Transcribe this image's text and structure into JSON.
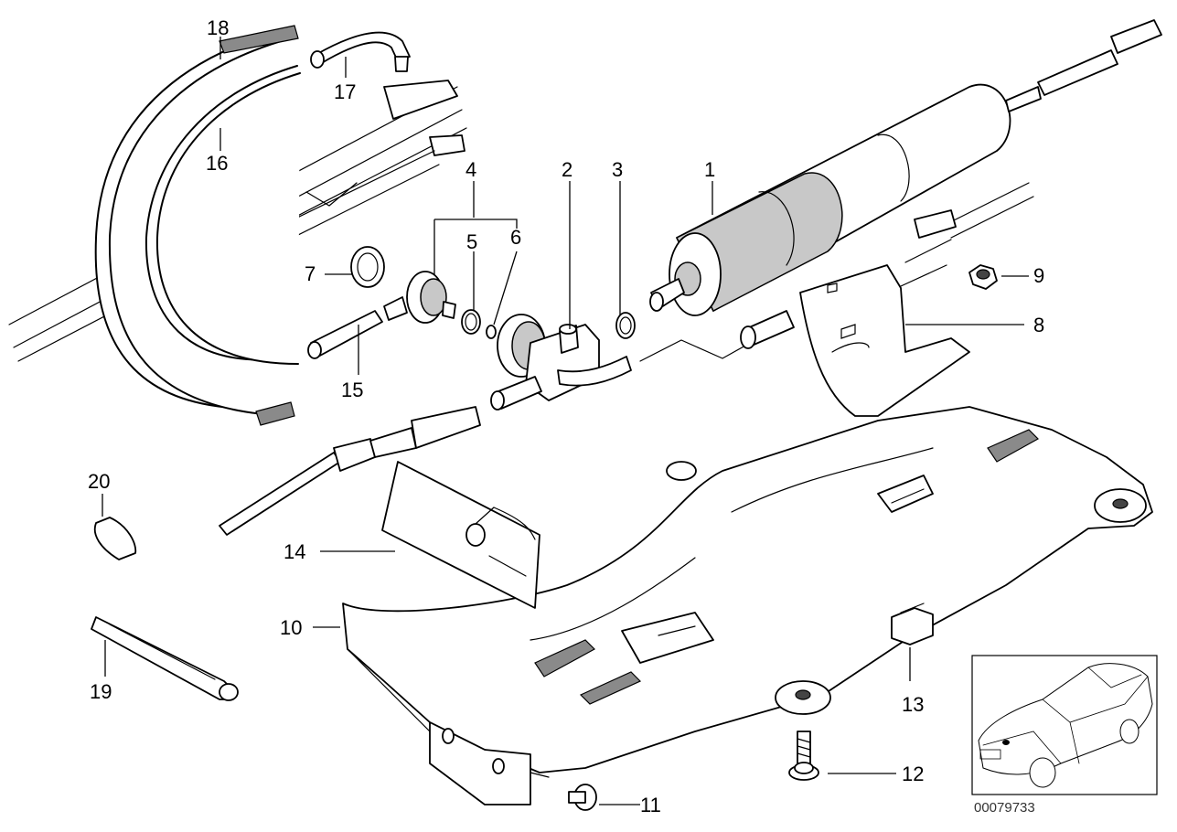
{
  "callouts": [
    {
      "id": "1",
      "text": "1"
    },
    {
      "id": "2",
      "text": "2"
    },
    {
      "id": "3",
      "text": "3"
    },
    {
      "id": "4",
      "text": "4"
    },
    {
      "id": "5",
      "text": "5"
    },
    {
      "id": "6",
      "text": "6"
    },
    {
      "id": "7",
      "text": "7"
    },
    {
      "id": "8",
      "text": "8"
    },
    {
      "id": "9",
      "text": "9"
    },
    {
      "id": "10",
      "text": "10"
    },
    {
      "id": "11",
      "text": "11"
    },
    {
      "id": "12",
      "text": "12"
    },
    {
      "id": "13",
      "text": "13"
    },
    {
      "id": "14",
      "text": "14"
    },
    {
      "id": "15",
      "text": "15"
    },
    {
      "id": "16",
      "text": "16"
    },
    {
      "id": "17",
      "text": "17"
    },
    {
      "id": "18",
      "text": "18"
    },
    {
      "id": "19",
      "text": "19"
    },
    {
      "id": "20",
      "text": "20"
    }
  ],
  "diagram_code": "00079733",
  "thumbnail": {
    "icon": "car-silhouette-icon"
  }
}
